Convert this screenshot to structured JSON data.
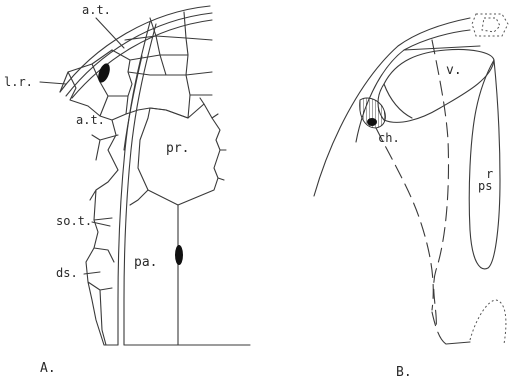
{
  "panel_a": {
    "caption": "A.",
    "labels": {
      "at_top": "a.t.",
      "lr": "l.r.",
      "at_bottom": "a.t.",
      "pr": "pr.",
      "sot": "so.t.",
      "ds": "ds.",
      "pa": "pa."
    }
  },
  "panel_b": {
    "caption": "B.",
    "labels": {
      "v": "v.",
      "ch": "ch.",
      "ps": "ps",
      "ps_mark": "r"
    }
  }
}
